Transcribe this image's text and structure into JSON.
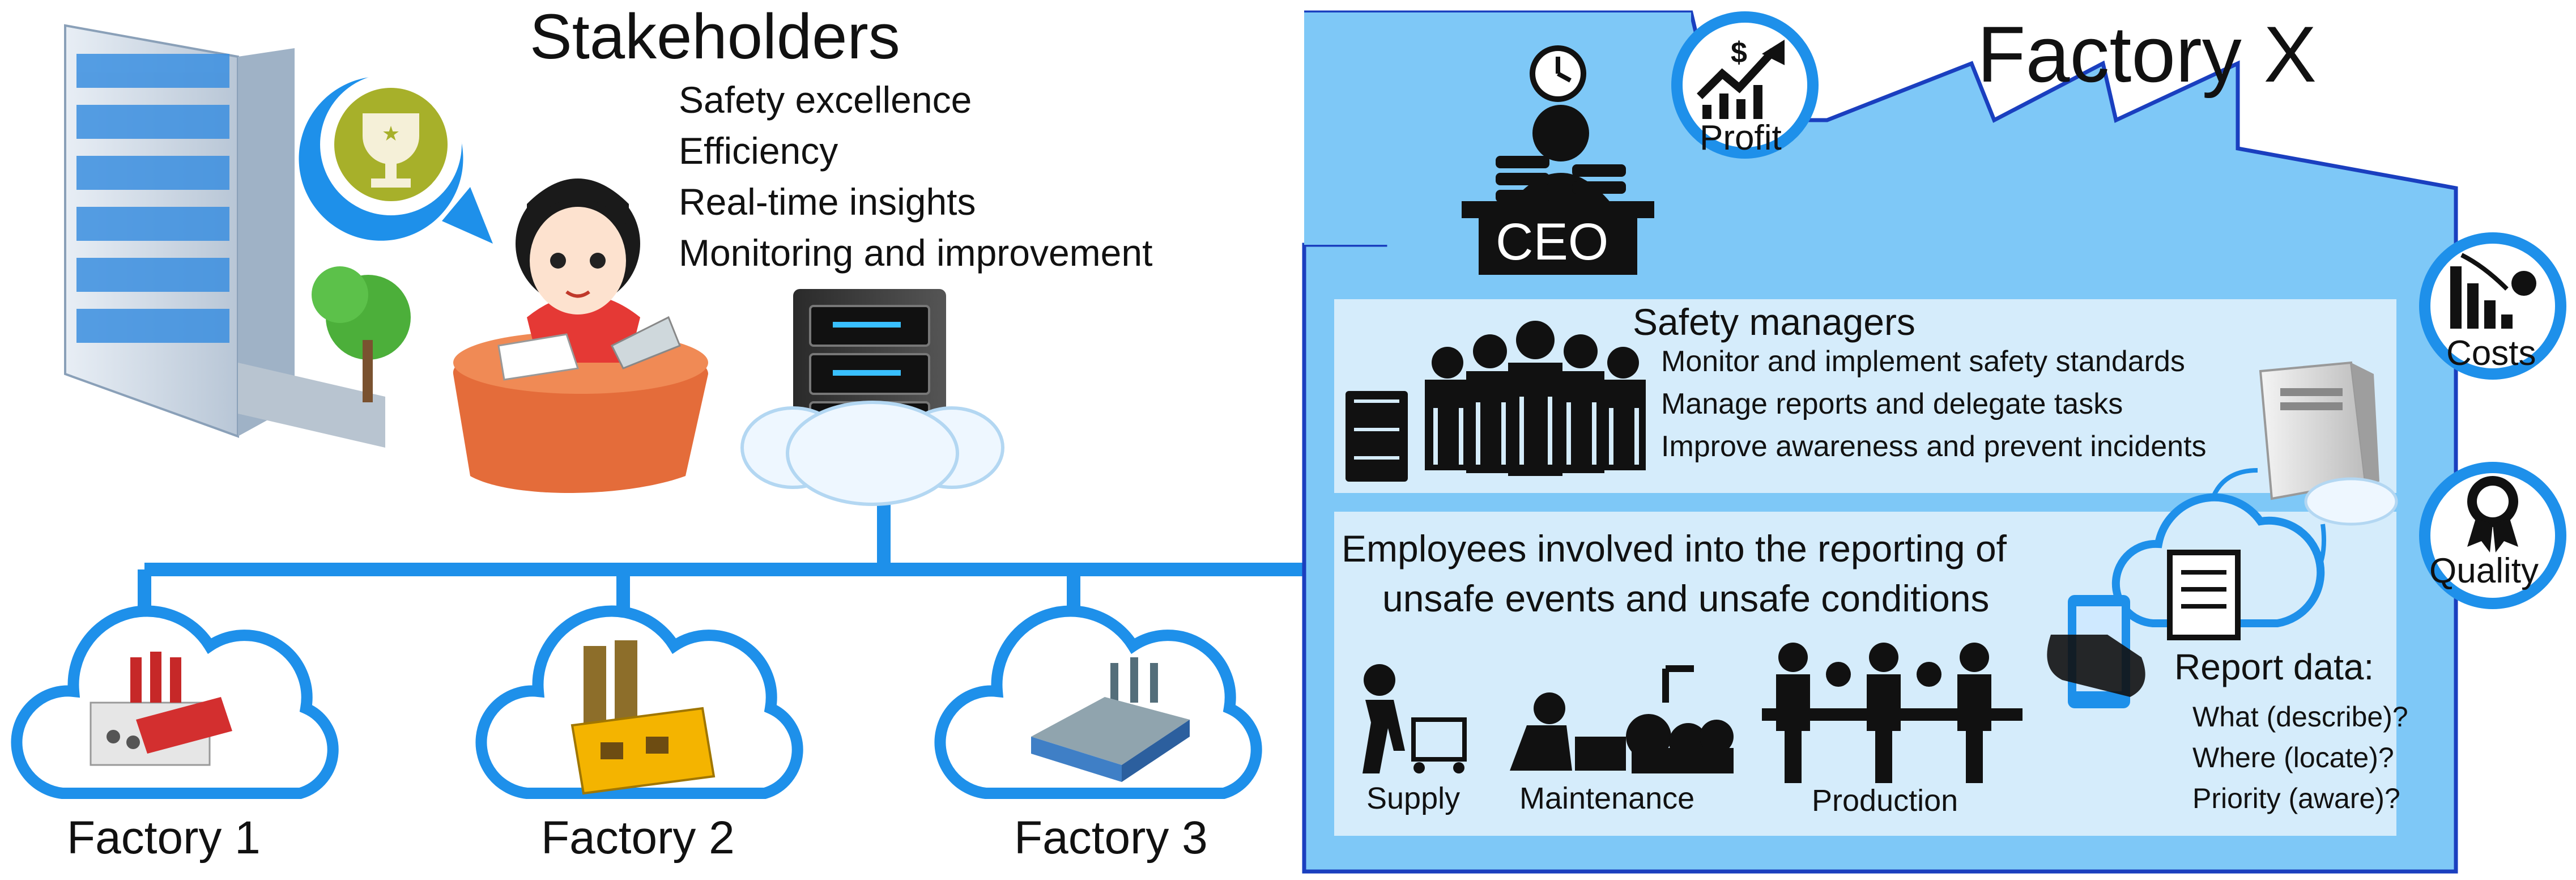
{
  "stakeholders": {
    "title": "Stakeholders",
    "goals": [
      "Safety excellence",
      "Efficiency",
      "Real-time insights",
      "Monitoring and improvement"
    ]
  },
  "factories": [
    {
      "label": "Factory 1",
      "icon": "factory-red-icon"
    },
    {
      "label": "Factory 2",
      "icon": "factory-yellow-icon"
    },
    {
      "label": "Factory 3",
      "icon": "factory-blue-icon"
    }
  ],
  "factory_x": {
    "title": "Factory X",
    "ceo_label": "CEO",
    "badges": {
      "profit": "Profit",
      "costs": "Costs",
      "quality": "Quality"
    },
    "safety_managers": {
      "title": "Safety managers",
      "tasks": [
        "Monitor and implement safety standards",
        "Manage reports and delegate tasks",
        "Improve awareness and prevent incidents"
      ]
    },
    "employees": {
      "title_line1": "Employees involved into the reporting of",
      "title_line2": "unsafe events and unsafe conditions",
      "groups": [
        "Supply",
        "Maintenance",
        "Production"
      ]
    },
    "report": {
      "title": "Report data:",
      "items": [
        "What (describe)?",
        "Where (locate)?",
        "Priority (aware)?"
      ]
    }
  },
  "colors": {
    "factory_fill": "#7ec8f7",
    "factory_border": "#1a3fbf",
    "panel": "#d5ecfb",
    "accent_blue": "#1e90ea",
    "dark": "#1a1a1a",
    "gold": "#a7b02a"
  }
}
